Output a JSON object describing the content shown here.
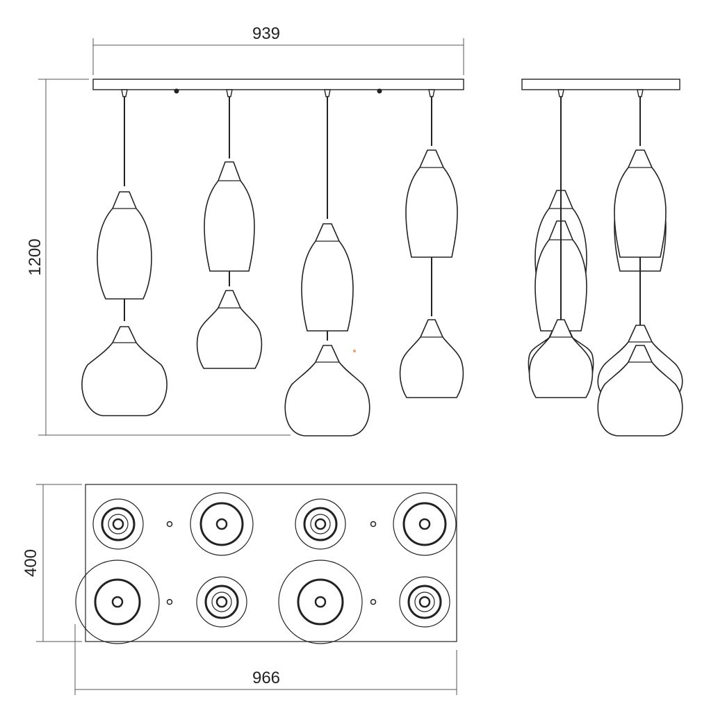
{
  "dimensions": {
    "front_width": "939",
    "height": "1200",
    "canopy_depth": "400",
    "canopy_length": "966"
  },
  "colors": {
    "line": "#222222",
    "background": "#ffffff",
    "marker": "#e8a070"
  }
}
